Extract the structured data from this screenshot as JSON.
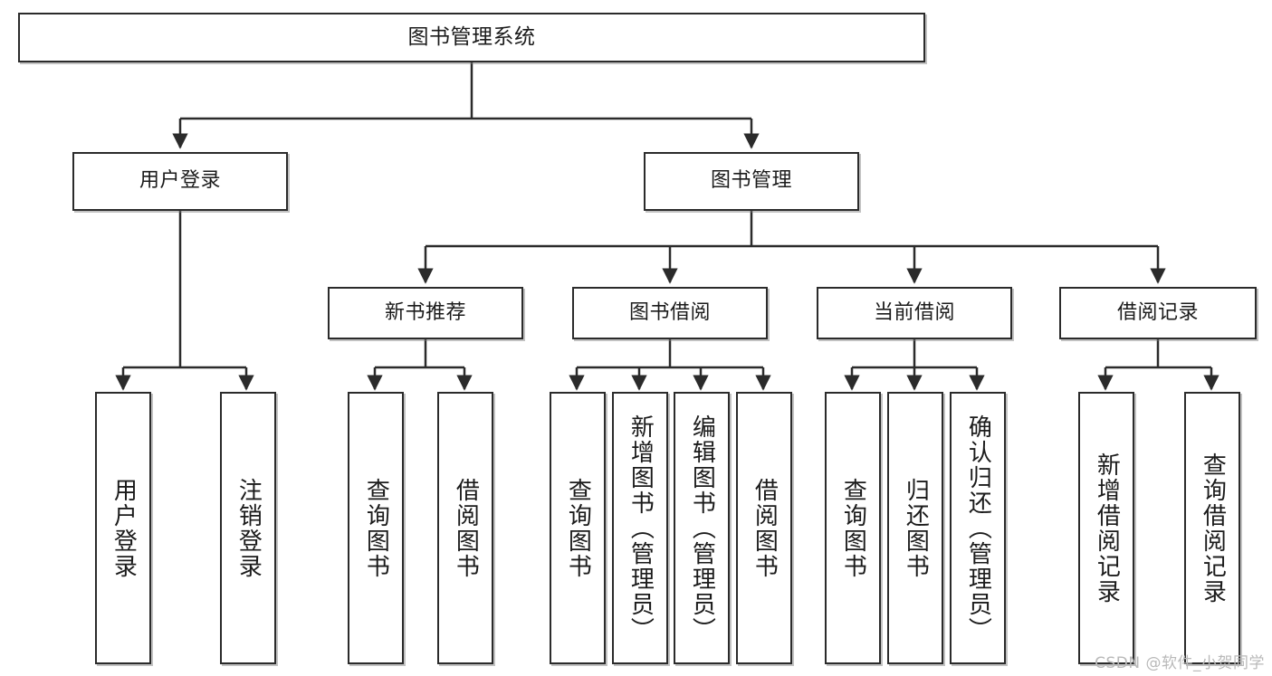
{
  "diagram": {
    "title": "图书管理系统",
    "watermark": "CSDN @软件_小贺同学",
    "line_color": "#2b2b2b",
    "box_fill": "#ffffff",
    "text_color": "#1b1b1b",
    "watermark_color": "#b9b9b9"
  },
  "nodes": {
    "root": {
      "label": "图书管理系统"
    },
    "level2": [
      {
        "label": "用户登录"
      },
      {
        "label": "图书管理"
      }
    ],
    "level3": [
      {
        "label": "新书推荐"
      },
      {
        "label": "图书借阅"
      },
      {
        "label": "当前借阅"
      },
      {
        "label": "借阅记录"
      }
    ],
    "leaves": {
      "user_login": [
        {
          "label": "用户登录"
        },
        {
          "label": "注销登录"
        }
      ],
      "new_book": [
        {
          "label": "查询图书"
        },
        {
          "label": "借阅图书"
        }
      ],
      "book_borrow": [
        {
          "label": "查询图书"
        },
        {
          "label": "新增图书（管理员）"
        },
        {
          "label": "编辑图书（管理员）"
        },
        {
          "label": "借阅图书"
        }
      ],
      "current_borrow": [
        {
          "label": "查询图书"
        },
        {
          "label": "归还图书"
        },
        {
          "label": "确认归还（管理员）"
        }
      ],
      "borrow_record": [
        {
          "label": "新增借阅记录"
        },
        {
          "label": "查询借阅记录"
        }
      ]
    }
  }
}
